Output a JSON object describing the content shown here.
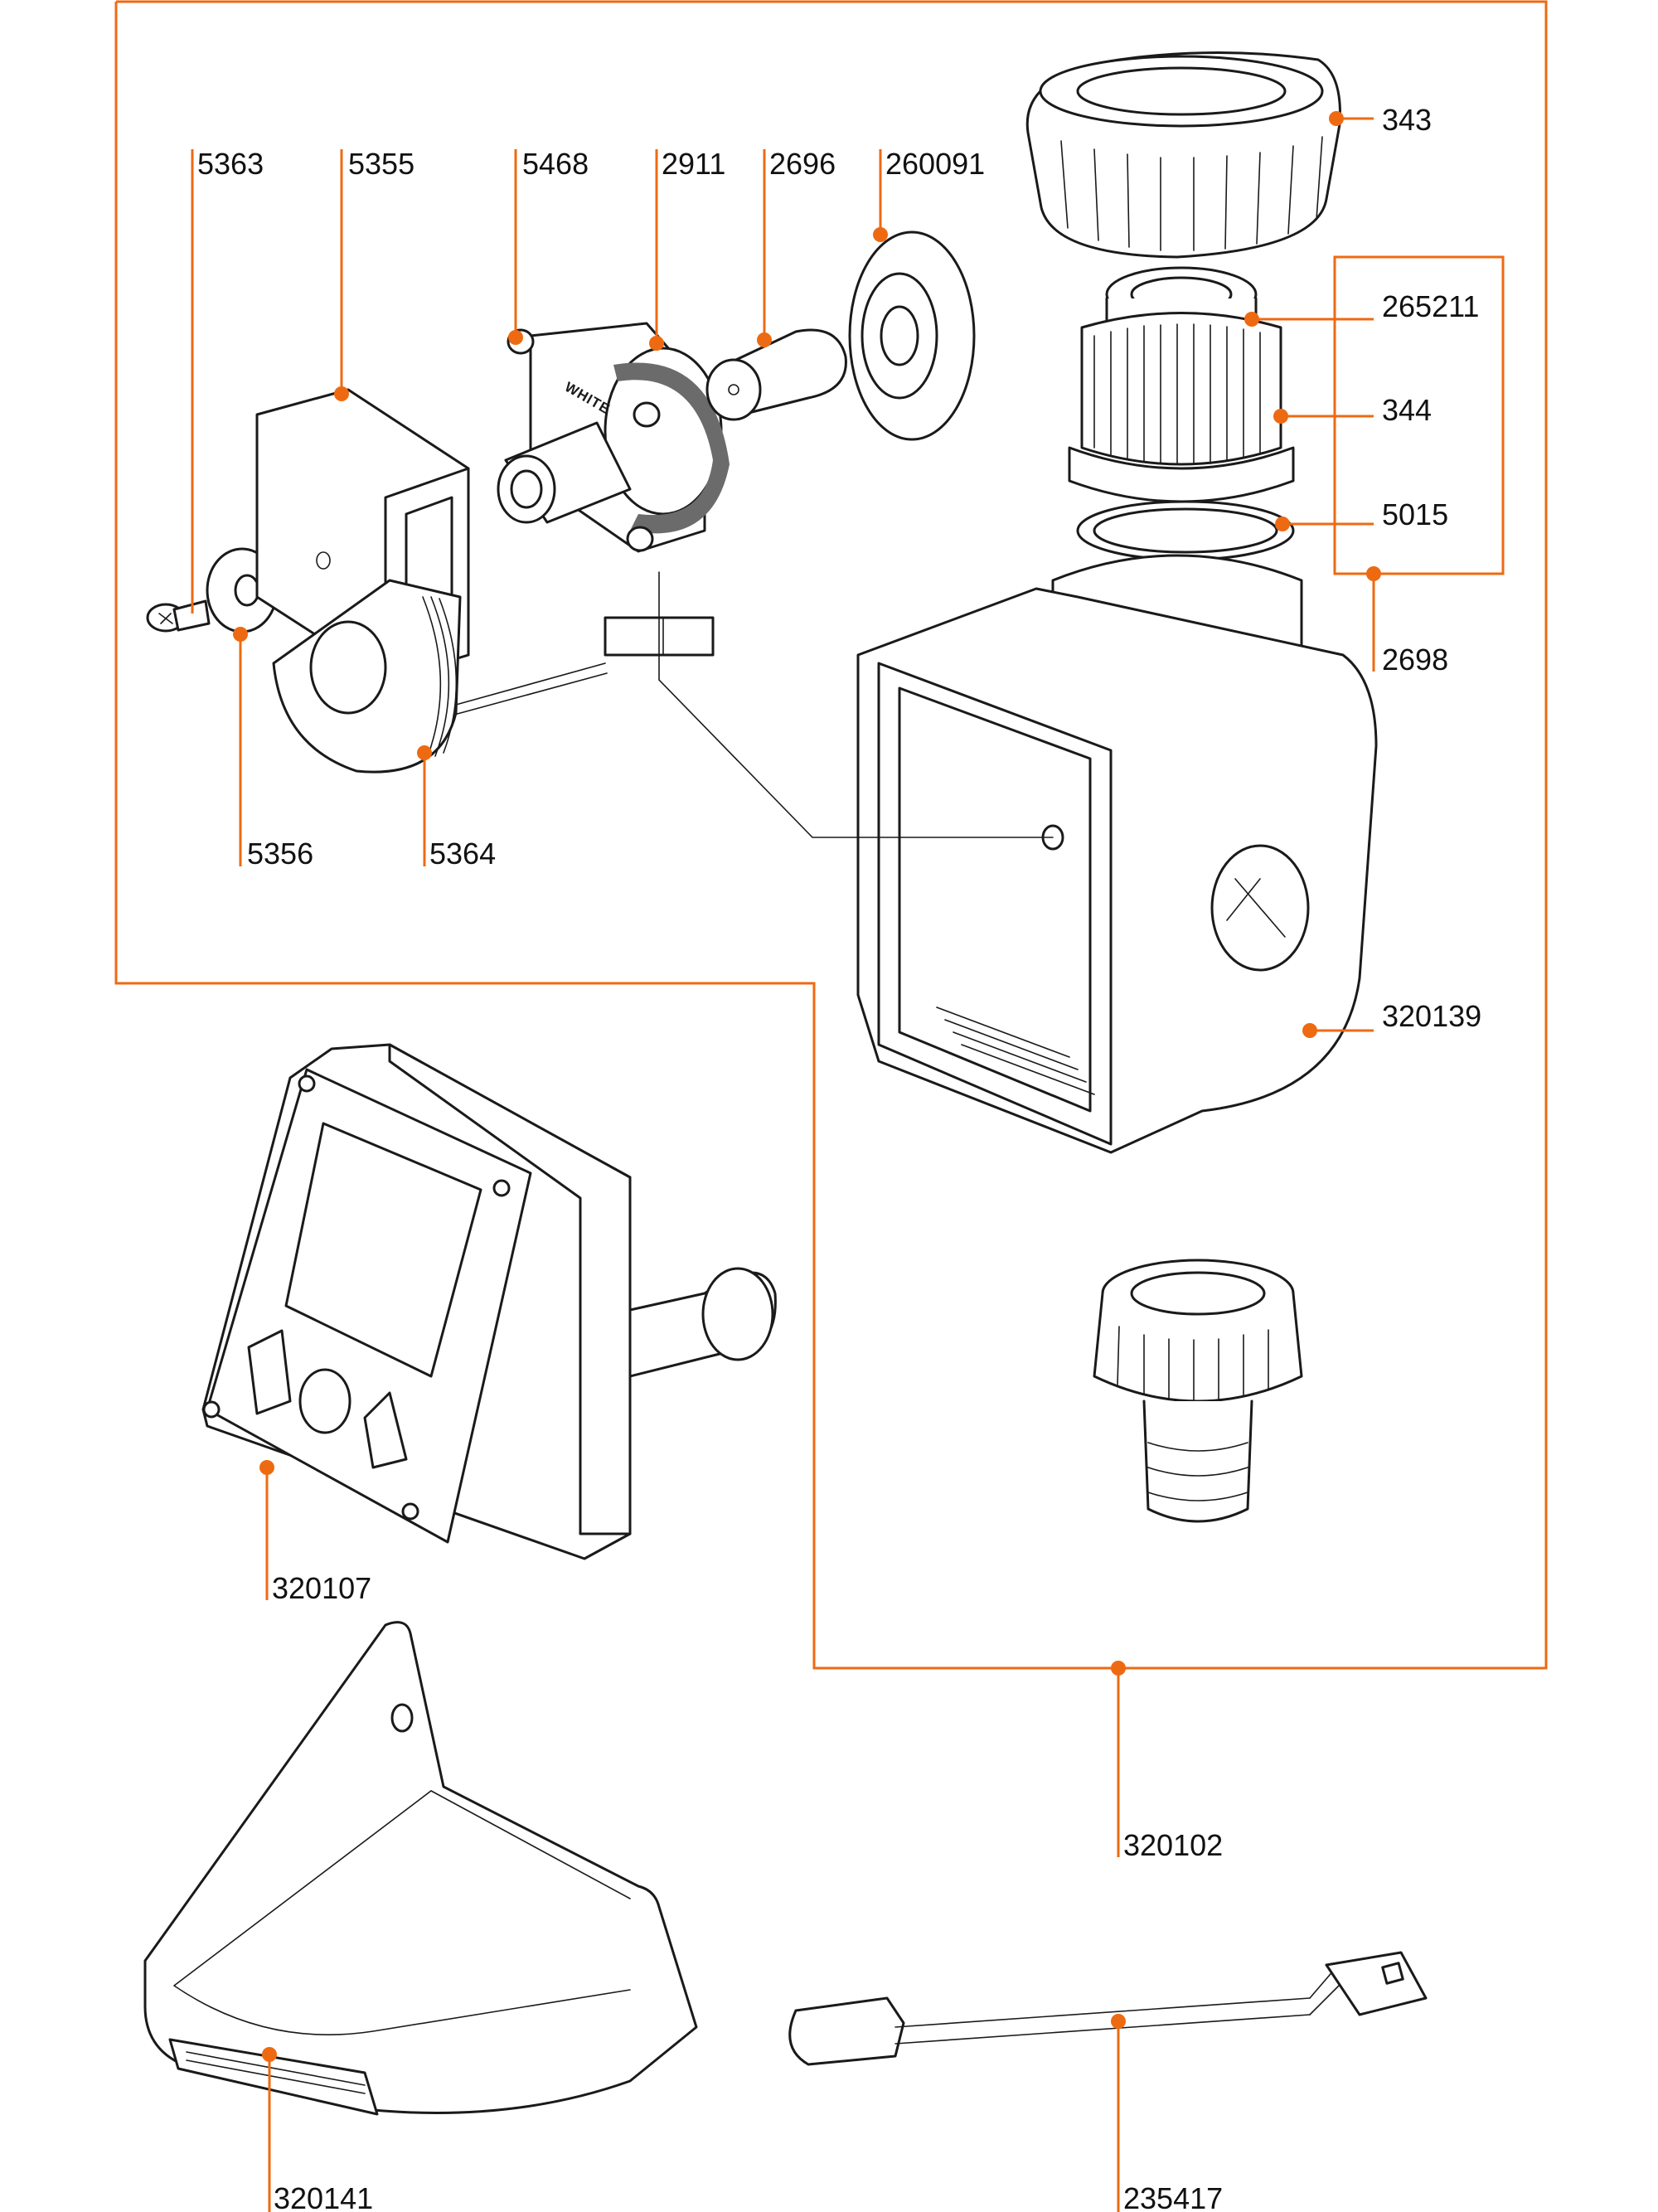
{
  "diagram": {
    "title": "Exploded parts diagram",
    "accent_color": "#ee6a12",
    "line_color": "#1a1a1a",
    "imprint_text": "WHITE",
    "parts": [
      {
        "id": "343",
        "label": "343"
      },
      {
        "id": "265211",
        "label": "265211"
      },
      {
        "id": "344",
        "label": "344"
      },
      {
        "id": "5015",
        "label": "5015"
      },
      {
        "id": "2698",
        "label": "2698"
      },
      {
        "id": "5363",
        "label": "5363"
      },
      {
        "id": "5355",
        "label": "5355"
      },
      {
        "id": "5468",
        "label": "5468"
      },
      {
        "id": "2911",
        "label": "2911"
      },
      {
        "id": "2696",
        "label": "2696"
      },
      {
        "id": "260091",
        "label": "260091"
      },
      {
        "id": "5356",
        "label": "5356"
      },
      {
        "id": "5364",
        "label": "5364"
      },
      {
        "id": "320139",
        "label": "320139"
      },
      {
        "id": "320107",
        "label": "320107"
      },
      {
        "id": "320102",
        "label": "320102"
      },
      {
        "id": "320141",
        "label": "320141"
      },
      {
        "id": "235417",
        "label": "235417"
      }
    ]
  }
}
